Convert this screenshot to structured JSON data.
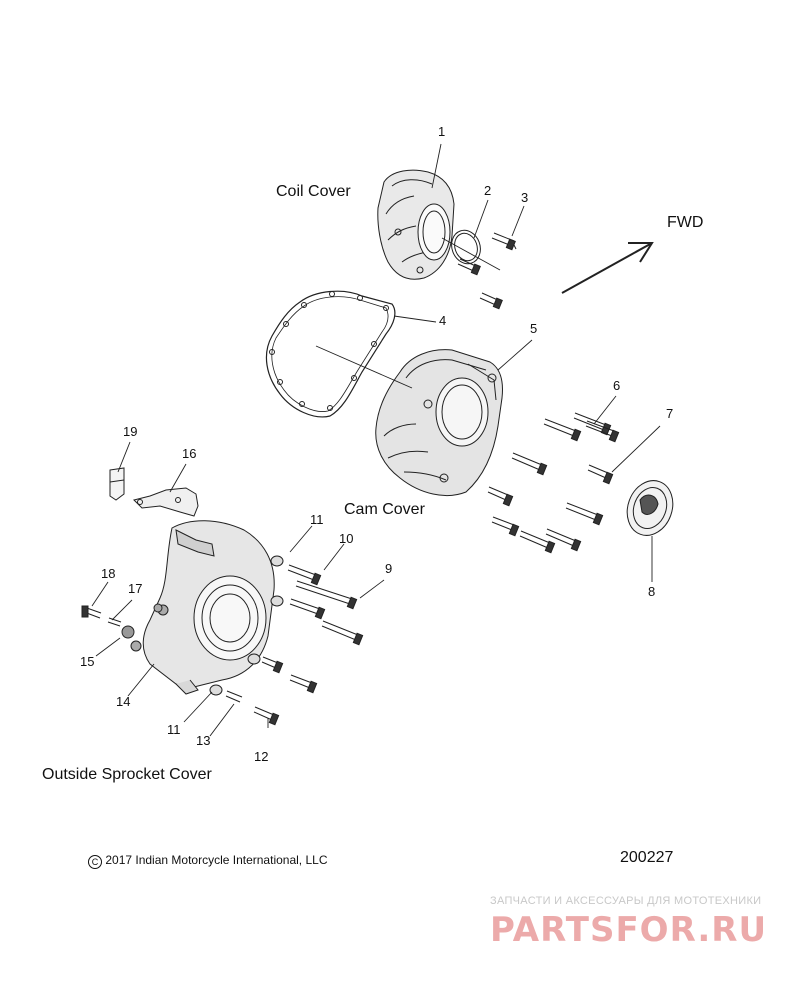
{
  "titles": {
    "coil_cover": "Coil Cover",
    "cam_cover": "Cam Cover",
    "outside_sprocket_cover": "Outside Sprocket Cover"
  },
  "direction_label": "FWD",
  "callouts": [
    "1",
    "2",
    "3",
    "4",
    "5",
    "6",
    "7",
    "8",
    "9",
    "10",
    "11",
    "12",
    "13",
    "14",
    "15",
    "16",
    "17",
    "18",
    "19",
    "11"
  ],
  "copyright": "2017 Indian Motorcycle International, LLC",
  "document_number": "200227",
  "watermark": {
    "tagline": "ЗАПЧАСТИ И АКСЕССУАРЫ ДЛЯ МОТОТЕХНИКИ",
    "brand": "PARTSFOR.RU"
  },
  "colors": {
    "ink": "#111111",
    "watermark_red": "#e9a3a3",
    "watermark_gray": "#c8c8c8"
  }
}
